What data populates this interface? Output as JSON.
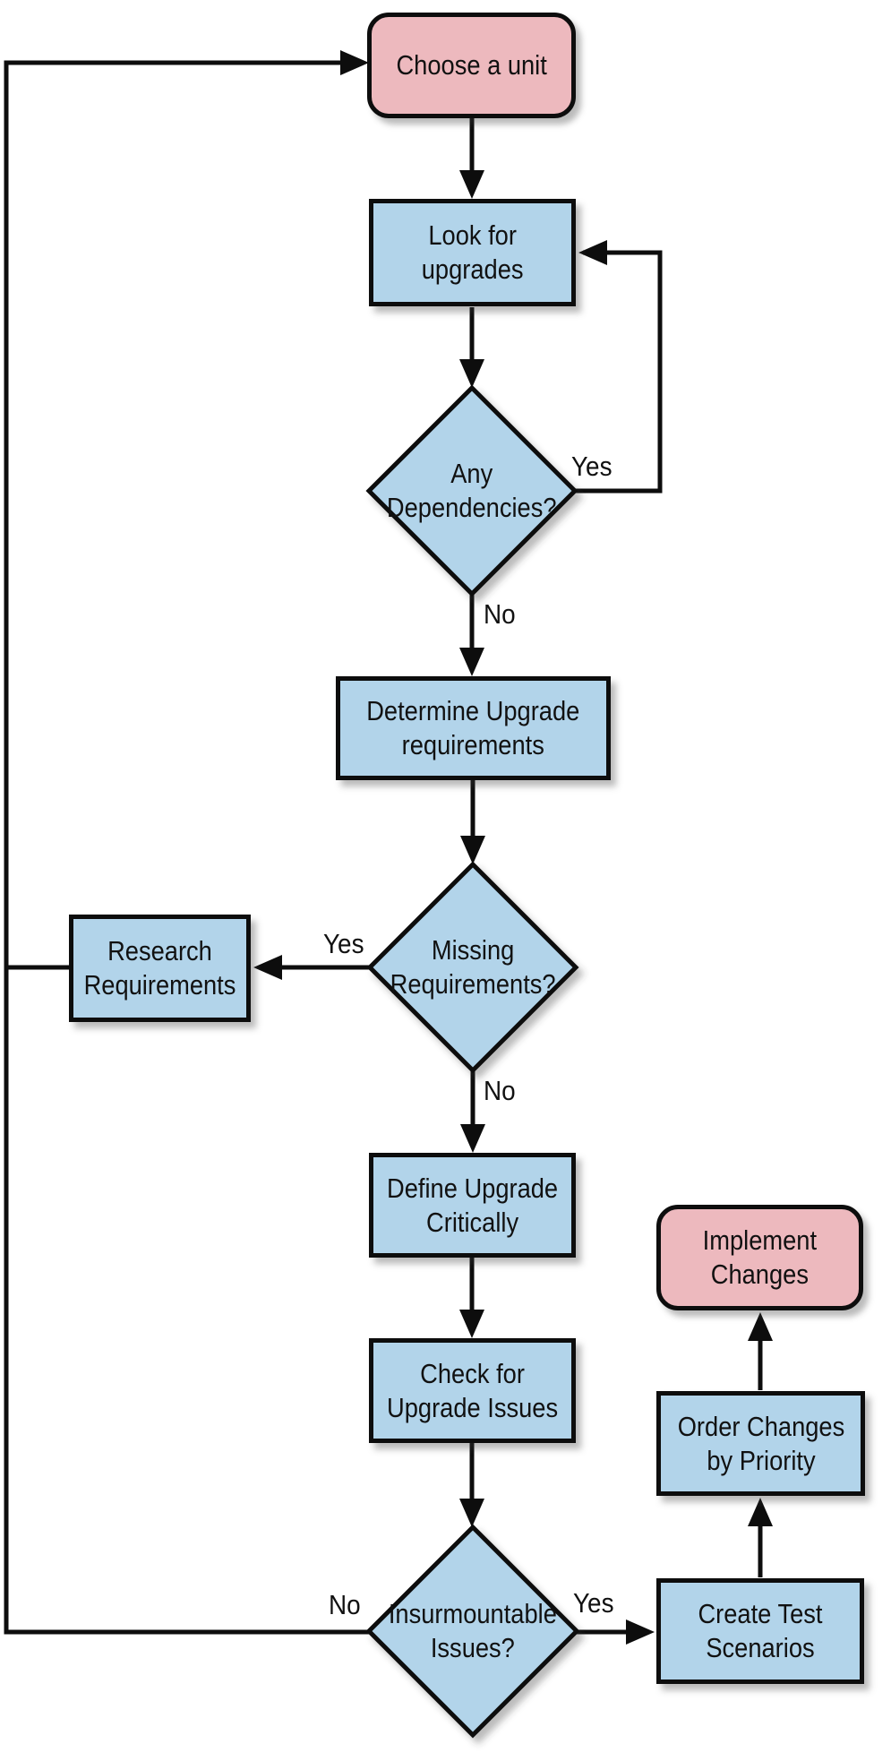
{
  "diagram": {
    "type": "flowchart",
    "colors": {
      "process_fill": "#b2d4ea",
      "terminal_fill": "#edb9be",
      "stroke": "#0d0d0d",
      "line": "#0d0d0d"
    },
    "nodes": [
      {
        "id": "choose-a-unit",
        "type": "terminal",
        "label": "Choose a unit"
      },
      {
        "id": "look-for-upgrades",
        "type": "process",
        "label": "Look for\nupgrades"
      },
      {
        "id": "any-dependencies",
        "type": "decision",
        "label": "Any\nDependencies?"
      },
      {
        "id": "determine-upgrade-requirements",
        "type": "process",
        "label": "Determine Upgrade\nrequirements"
      },
      {
        "id": "missing-requirements",
        "type": "decision",
        "label": "Missing\nRequirements?"
      },
      {
        "id": "research-requirements",
        "type": "process",
        "label": "Research\nRequirements"
      },
      {
        "id": "define-upgrade-critically",
        "type": "process",
        "label": "Define Upgrade\nCritically"
      },
      {
        "id": "check-for-upgrade-issues",
        "type": "process",
        "label": "Check for\nUpgrade Issues"
      },
      {
        "id": "insurmountable-issues",
        "type": "decision",
        "label": "Insurmountable\nIssues?"
      },
      {
        "id": "create-test-scenarios",
        "type": "process",
        "label": "Create Test\nScenarios"
      },
      {
        "id": "order-changes-by-priority",
        "type": "process",
        "label": "Order Changes\nby Priority"
      },
      {
        "id": "implement-changes",
        "type": "terminal",
        "label": "Implement\nChanges"
      }
    ],
    "edges": [
      {
        "from": "choose-a-unit",
        "to": "look-for-upgrades",
        "label": ""
      },
      {
        "from": "look-for-upgrades",
        "to": "any-dependencies",
        "label": ""
      },
      {
        "from": "any-dependencies",
        "to": "look-for-upgrades",
        "label": "Yes"
      },
      {
        "from": "any-dependencies",
        "to": "determine-upgrade-requirements",
        "label": "No"
      },
      {
        "from": "determine-upgrade-requirements",
        "to": "missing-requirements",
        "label": ""
      },
      {
        "from": "missing-requirements",
        "to": "research-requirements",
        "label": "Yes"
      },
      {
        "from": "research-requirements",
        "to": "choose-a-unit",
        "label": ""
      },
      {
        "from": "missing-requirements",
        "to": "define-upgrade-critically",
        "label": "No"
      },
      {
        "from": "define-upgrade-critically",
        "to": "check-for-upgrade-issues",
        "label": ""
      },
      {
        "from": "check-for-upgrade-issues",
        "to": "insurmountable-issues",
        "label": ""
      },
      {
        "from": "insurmountable-issues",
        "to": "choose-a-unit",
        "label": "No"
      },
      {
        "from": "insurmountable-issues",
        "to": "create-test-scenarios",
        "label": "Yes"
      },
      {
        "from": "create-test-scenarios",
        "to": "order-changes-by-priority",
        "label": ""
      },
      {
        "from": "order-changes-by-priority",
        "to": "implement-changes",
        "label": ""
      }
    ]
  }
}
